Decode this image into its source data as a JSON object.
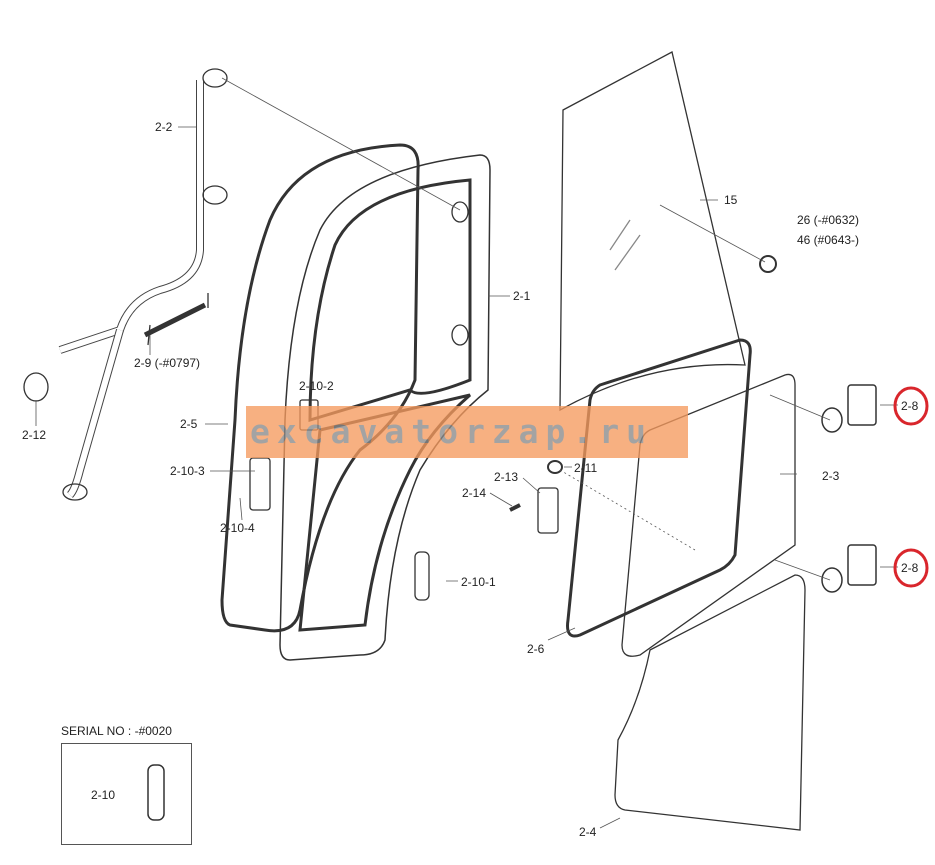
{
  "labels": {
    "l2_2": "2-2",
    "l2_1": "2-1",
    "l15": "15",
    "l26": "26  (-#0632)",
    "l46": "46  (#0643-)",
    "l2_9": "2-9  (-#0797)",
    "l2_12": "2-12",
    "l2_5": "2-5",
    "l2_10_2": "2-10-2",
    "l2_10_3": "2-10-3",
    "l2_10_4": "2-10-4",
    "l2_10_1": "2-10-1",
    "l2_11": "2-11",
    "l2_13": "2-13",
    "l2_14": "2-14",
    "l2_6": "2-6",
    "l2_3": "2-3",
    "l2_8a": "2-8",
    "l2_8b": "2-8",
    "l2_4": "2-4",
    "l2_10": "2-10"
  },
  "serial_note": "SERIAL NO : -#0020",
  "watermark": "excavatorzap.ru",
  "colors": {
    "highlight": "#d9262c",
    "watermark_bg": "#f59a5e"
  }
}
